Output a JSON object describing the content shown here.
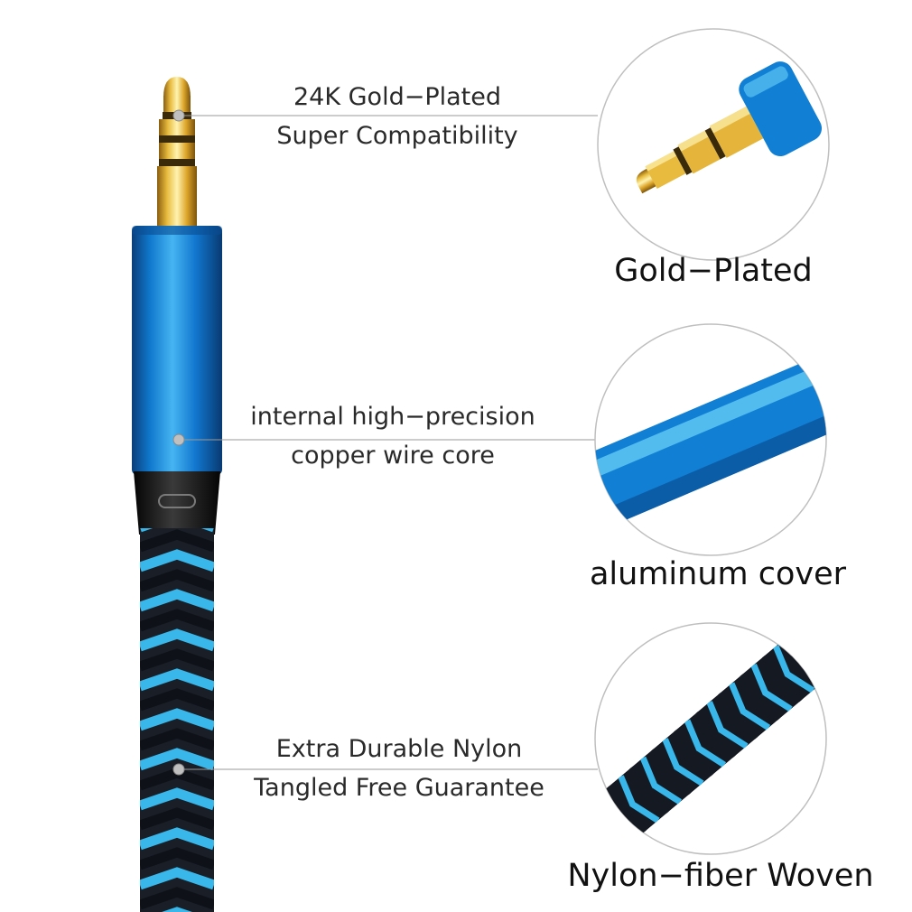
{
  "features": [
    {
      "callout_lines": [
        "24K Gold−Plated",
        "Super Compatibility"
      ],
      "caption": "Gold−Plated",
      "detail_icon": "gold-plug-tip-icon"
    },
    {
      "callout_lines": [
        "internal high−precision",
        "copper wire core"
      ],
      "caption": "aluminum cover",
      "detail_icon": "aluminum-cover-icon"
    },
    {
      "callout_lines": [
        "Extra Durable Nylon",
        "Tangled Free Guarantee"
      ],
      "caption": "Nylon−fiber Woven",
      "detail_icon": "braided-cable-icon"
    }
  ],
  "colors": {
    "gold": "#e4b53a",
    "aluminum_blue": "#1180d4",
    "braid_light": "#39b6ea",
    "braid_dark": "#151a22"
  }
}
